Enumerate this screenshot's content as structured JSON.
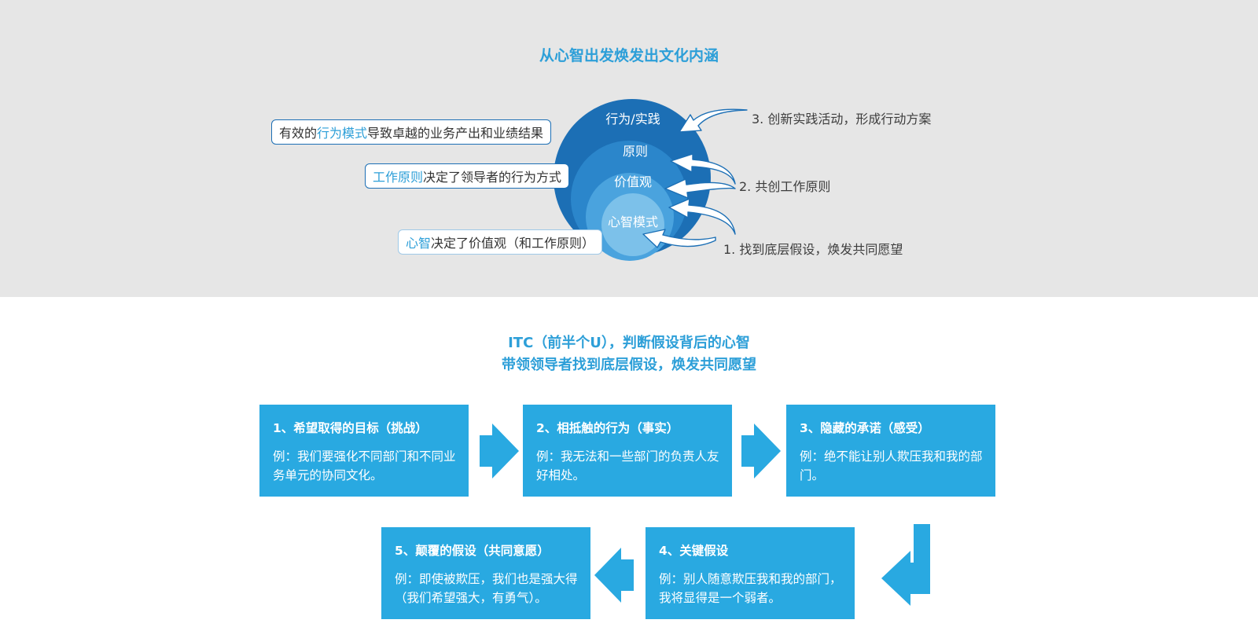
{
  "top": {
    "title": "从心智出发焕发出文化内涵",
    "layers": [
      "行为/实践",
      "原则",
      "价值观",
      "心智模式"
    ],
    "callouts": [
      {
        "pre": "有效的",
        "hl": "行为模式",
        "post": "导致卓越的业务产出和业绩结果"
      },
      {
        "pre": "",
        "hl": "工作原则",
        "post": "决定了领导者的行为方式"
      },
      {
        "pre": "",
        "hl": "心智",
        "post": "决定了价值观（和工作原则）"
      }
    ],
    "steps": [
      "3. 创新实践活动，形成行动方案",
      "2. 共创工作原则",
      "1. 找到底层假设，焕发共同愿望"
    ]
  },
  "bottom": {
    "subtitle_line1": "ITC（前半个U），判断假设背后的心智",
    "subtitle_line2": "带领领导者找到底层假设，焕发共同愿望",
    "boxes": [
      {
        "title": "1、希望取得的目标（挑战）",
        "body": "例：我们要强化不同部门和不同业务单元的协同文化。"
      },
      {
        "title": "2、相抵触的行为（事实）",
        "body": "例：我无法和一些部门的负责人友好相处。"
      },
      {
        "title": "3、隐藏的承诺（感受）",
        "body": "例：绝不能让别人欺压我和我的部门。"
      },
      {
        "title": "4、关键假设",
        "body": "例：别人随意欺压我和我的部门，我将显得是一个弱者。"
      },
      {
        "title": "5、颠覆的假设（共同意愿）",
        "body": "例：即使被欺压，我们也是强大得（我们希望强大，有勇气）。"
      }
    ]
  },
  "colors": {
    "ring1": "#1c6fb5",
    "ring2": "#2b86cb",
    "ring3": "#4aa3de",
    "ring4": "#7cc1ea",
    "accent": "#2d9fd8",
    "box": "#29a9e1"
  }
}
